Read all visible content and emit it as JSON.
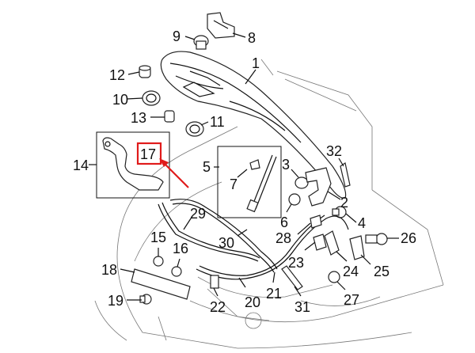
{
  "callouts": [
    {
      "id": "c1",
      "label": "1"
    },
    {
      "id": "c2",
      "label": "2"
    },
    {
      "id": "c3",
      "label": "3"
    },
    {
      "id": "c4",
      "label": "4"
    },
    {
      "id": "c5",
      "label": "5"
    },
    {
      "id": "c6",
      "label": "6"
    },
    {
      "id": "c7",
      "label": "7"
    },
    {
      "id": "c8",
      "label": "8"
    },
    {
      "id": "c9",
      "label": "9"
    },
    {
      "id": "c10",
      "label": "10"
    },
    {
      "id": "c11",
      "label": "11"
    },
    {
      "id": "c12",
      "label": "12"
    },
    {
      "id": "c13",
      "label": "13"
    },
    {
      "id": "c14",
      "label": "14"
    },
    {
      "id": "c15",
      "label": "15"
    },
    {
      "id": "c16",
      "label": "16"
    },
    {
      "id": "c17",
      "label": "17"
    },
    {
      "id": "c18",
      "label": "18"
    },
    {
      "id": "c19",
      "label": "19"
    },
    {
      "id": "c20",
      "label": "20"
    },
    {
      "id": "c21",
      "label": "21"
    },
    {
      "id": "c22",
      "label": "22"
    },
    {
      "id": "c23",
      "label": "23"
    },
    {
      "id": "c24",
      "label": "24"
    },
    {
      "id": "c25",
      "label": "25"
    },
    {
      "id": "c26",
      "label": "26"
    },
    {
      "id": "c27",
      "label": "27"
    },
    {
      "id": "c28",
      "label": "28"
    },
    {
      "id": "c29",
      "label": "29"
    },
    {
      "id": "c30",
      "label": "30"
    },
    {
      "id": "c31",
      "label": "31"
    },
    {
      "id": "c32",
      "label": "32"
    }
  ],
  "highlight": {
    "color": "#e01b1b"
  }
}
